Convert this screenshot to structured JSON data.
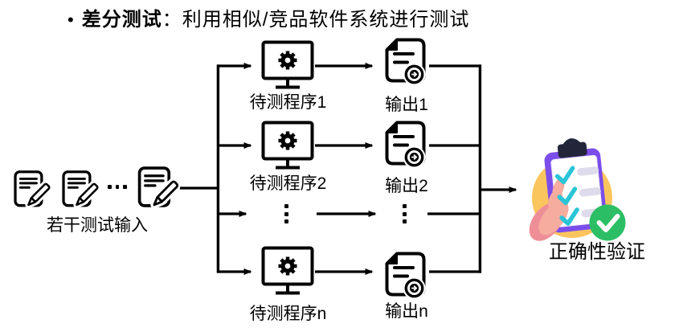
{
  "title": {
    "bullet": "•",
    "term": "差分测试",
    "rest": "：利用相似/竞品软件系统进行测试"
  },
  "inputs": {
    "label": "若干测试输入",
    "ellipsis": "…",
    "icon": "document-pencil-icon"
  },
  "programs": {
    "labels": [
      "待测程序1",
      "待测程序2",
      "待测程序n"
    ],
    "ellipsis": "⋮",
    "icon": "monitor-gear-icon"
  },
  "outputs": {
    "labels": [
      "输出1",
      "输出2",
      "输出n"
    ],
    "ellipsis": "⋮",
    "icon": "document-arrow-circle-icon"
  },
  "verification": {
    "label": "正确性验证",
    "icon": "clipboard-checklist-icon",
    "badge": "green-check-icon"
  },
  "colors": {
    "line": "#000000",
    "text": "#000000",
    "clipboard_purple": "#7B4DEA",
    "clip_navy": "#23263A",
    "check_teal": "#29C5D6",
    "list_bar_lavender": "#DEDCEC",
    "hand_salmon": "#F6AC9E",
    "hand_shadow_pink": "#EE8F98",
    "circle_orange": "#FBC55D",
    "badge_green": "#2CBE64",
    "background": "#FFFFFF"
  }
}
